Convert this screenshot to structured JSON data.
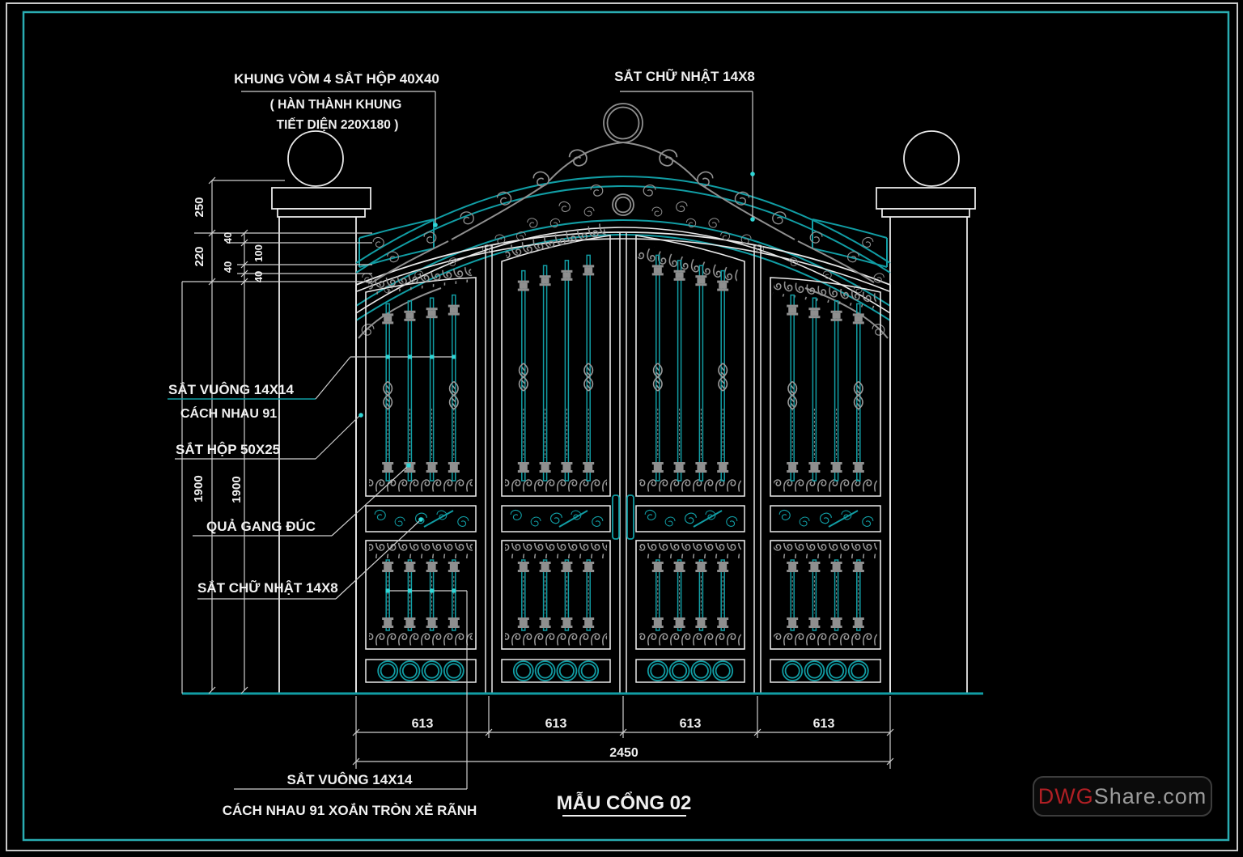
{
  "drawing": {
    "title": "MẪU CỔNG 02",
    "callouts": {
      "arch_frame_line1": "KHUNG VÒM 4 SẮT HỘP 40X40",
      "arch_frame_line2": "( HÀN THÀNH KHUNG",
      "arch_frame_line3": "TIẾT DIỆN 220X180 )",
      "top_right_rect_bar": "SẮT CHỮ NHẬT 14X8",
      "square_bar": "SẮT VUÔNG 14X14",
      "spacing": "CÁCH NHAU 91",
      "box_bar": "SẮT HỘP 50X25",
      "cast_iron_ball": "QUẢ GANG ĐÚC",
      "rect_bar": "SẮT CHỮ NHẬT 14X8",
      "bottom_square_bar": "SẮT VUÔNG 14X14",
      "bottom_spacing": "CÁCH NHAU 91 XOẮN TRÒN XẺ RÃNH"
    },
    "dimensions": {
      "cap_height": "250",
      "frame_height": "220",
      "d40_top": "40",
      "d100": "100",
      "d40_mid": "40",
      "d40_bot": "40",
      "leaf_height_1": "1900",
      "leaf_height_2": "1900",
      "leaf_widths": [
        "613",
        "613",
        "613",
        "613"
      ],
      "total_width": "2450"
    },
    "colors": {
      "teal": "#119da4",
      "teal_bright": "#2fd6d6",
      "border_teal": "#2aacb2",
      "line": "#e8e8e8",
      "dim": "#cfcfcf",
      "ornament": "#8f8f8f",
      "logo_red": "#b01f24",
      "logo_gray": "#9b9b9b"
    },
    "watermark": {
      "prefix": "DWG",
      "suffix": "Share.com"
    }
  }
}
